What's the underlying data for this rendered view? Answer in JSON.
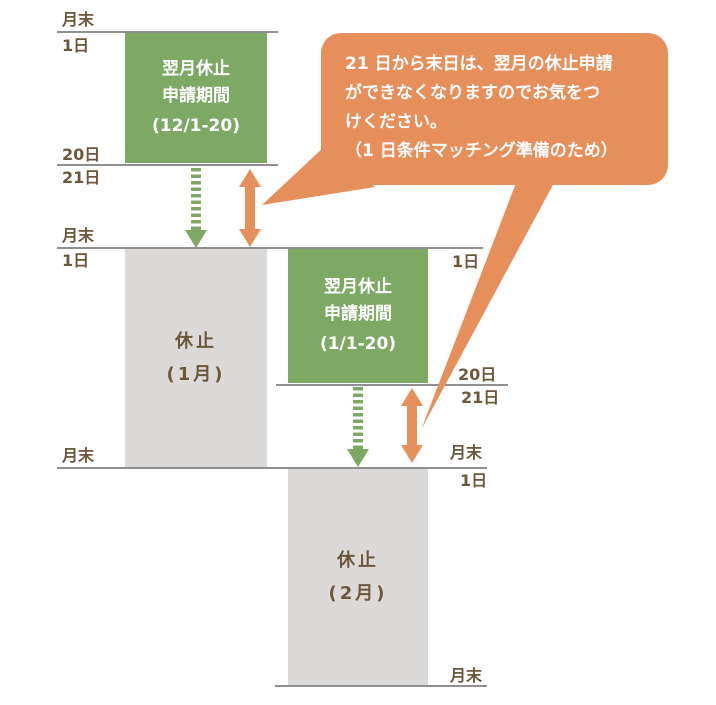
{
  "colors": {
    "green": "#7da964",
    "orange": "#e78f5b",
    "gray_box": "#dbdad8",
    "label_brown": "#6d573a",
    "line_gray": "#8f8f8f",
    "box_text_white": "#ffffff"
  },
  "labels": {
    "month_end": "月末",
    "day_1": "1日",
    "day_20": "20日",
    "day_21": "21日"
  },
  "boxes": {
    "apply_dec": {
      "title_line1": "翌月休止",
      "title_line2": "申請期間",
      "period": "(12/1-20)"
    },
    "pause_jan": {
      "title": "休止",
      "month": "(1月)"
    },
    "apply_jan": {
      "title_line1": "翌月休止",
      "title_line2": "申請期間",
      "period": "(1/1-20)"
    },
    "pause_feb": {
      "title": "休止",
      "month": "(2月)"
    }
  },
  "callout": {
    "lines": [
      "21 日から末日は、翌月の休止申請",
      "ができなくなりますのでお気をつ",
      "けください。",
      "（1 日条件マッチング準備のため）"
    ]
  },
  "icons": {
    "green_dashed_arrow": "dashed-down-arrow-icon",
    "orange_double_arrow": "double-headed-arrow-icon",
    "callout_tail": "callout-tail-icon"
  }
}
